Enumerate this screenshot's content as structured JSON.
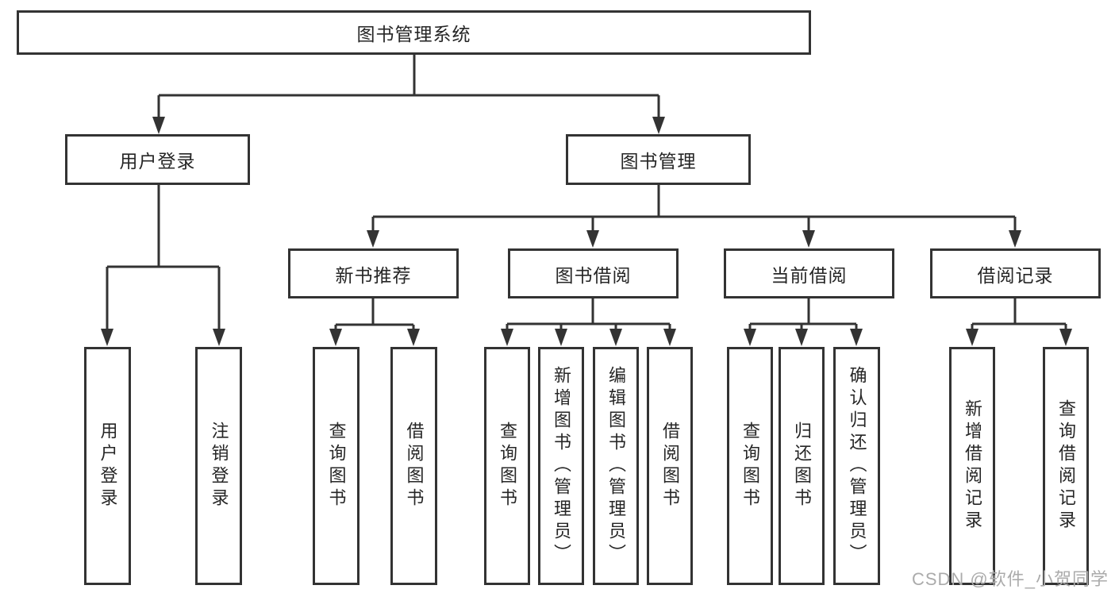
{
  "nodes": {
    "root": "图书管理系统",
    "user_login": "用户登录",
    "book_management": "图书管理",
    "new_book_recommend": "新书推荐",
    "book_borrow": "图书借阅",
    "current_borrow": "当前借阅",
    "borrow_records": "借阅记录",
    "leaf_user_login": "用户登录",
    "leaf_logout": "注销登录",
    "leaf_query_books_1": "查询图书",
    "leaf_borrow_books_1": "借阅图书",
    "leaf_query_books_2": "查询图书",
    "leaf_add_books_admin": "新增图书（管理员）",
    "leaf_edit_books_admin": "编辑图书（管理员）",
    "leaf_borrow_books_2": "借阅图书",
    "leaf_query_books_3": "查询图书",
    "leaf_return_books": "归还图书",
    "leaf_confirm_return_admin": "确认归还（管理员）",
    "leaf_add_borrow_record": "新增借阅记录",
    "leaf_query_borrow_record": "查询借阅记录"
  },
  "watermark": "CSDN @软件_小贺同学",
  "colors": {
    "line": "#333333",
    "text": "#262626",
    "background": "#ffffff",
    "watermark": "#ababab"
  }
}
